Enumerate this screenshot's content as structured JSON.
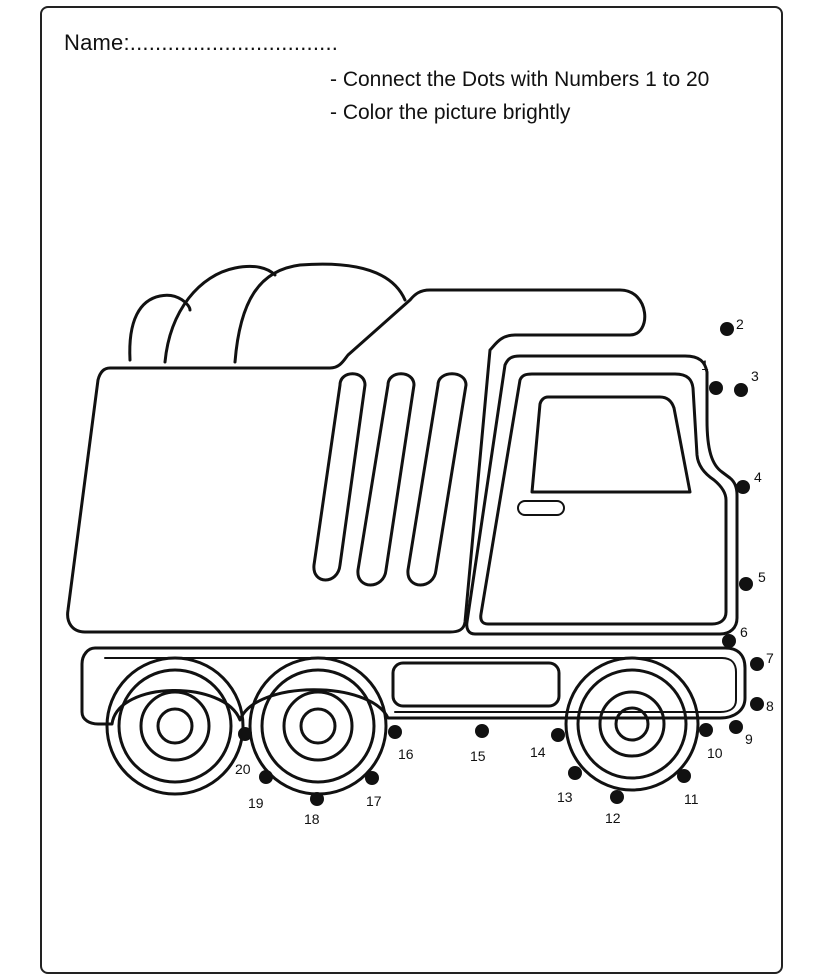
{
  "worksheet": {
    "name_label": "Name:.................................",
    "instructions": [
      "- Connect the Dots with Numbers 1 to 20",
      "- Color the picture brightly"
    ]
  },
  "dot_labels": [
    "1",
    "2",
    "3",
    "4",
    "5",
    "6",
    "7",
    "8",
    "9",
    "10",
    "11",
    "12",
    "13",
    "14",
    "15",
    "16",
    "17",
    "18",
    "19",
    "20"
  ],
  "colors": {
    "ink": "#111111",
    "paper": "#ffffff"
  }
}
